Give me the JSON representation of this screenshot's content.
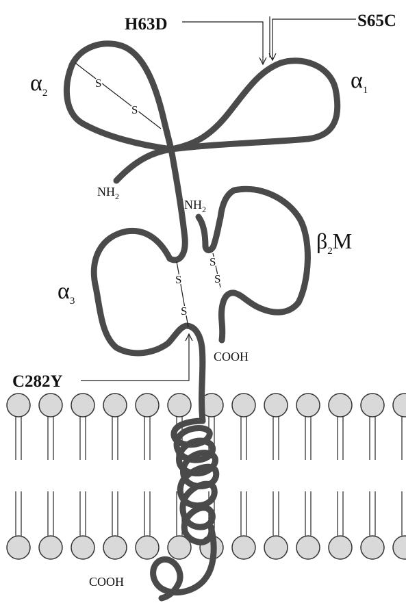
{
  "mutations": {
    "h63d": "H63D",
    "s65c": "S65C",
    "c282y": "C282Y"
  },
  "domains": {
    "alpha1": {
      "base": "α",
      "sub": "1"
    },
    "alpha2": {
      "base": "α",
      "sub": "2"
    },
    "alpha3": {
      "base": "α",
      "sub": "3"
    },
    "beta2m": {
      "base": "β",
      "sub": "2",
      "suffix": "M"
    }
  },
  "termini": {
    "hfe_nh2": {
      "base": "NH",
      "sub": "2"
    },
    "b2m_nh2": {
      "base": "NH",
      "sub": "2"
    },
    "b2m_cooh": "COOH",
    "hfe_cooh": "COOH"
  },
  "disulfide_symbol": "S",
  "colors": {
    "chain": "#4a4a4a",
    "lipid_head": "#d9d9d9"
  }
}
